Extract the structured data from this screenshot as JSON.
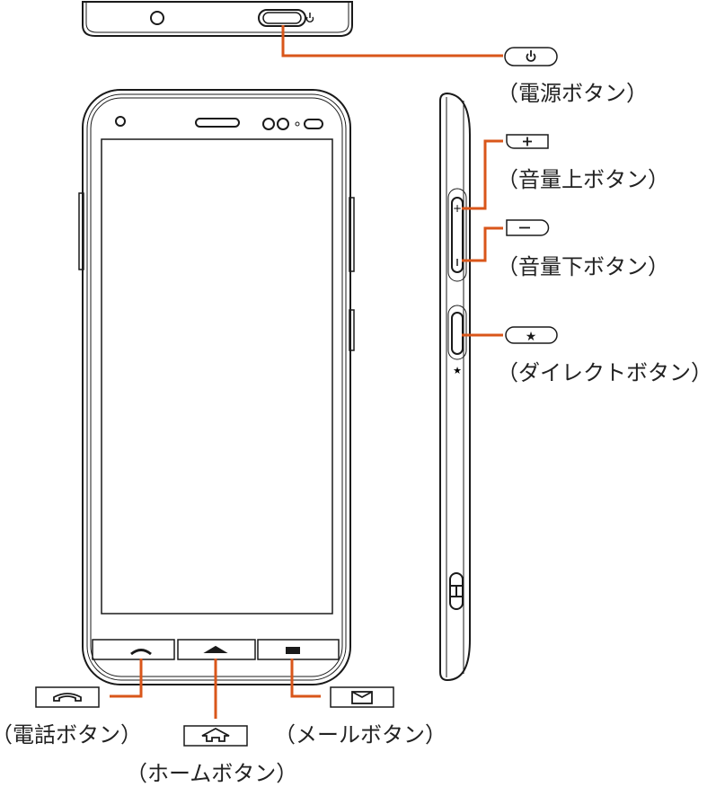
{
  "colors": {
    "leader": "#d9561a",
    "outline": "#1a1a1a"
  },
  "labels": {
    "power": "（電源ボタン）",
    "volume_up": "（音量上ボタン）",
    "volume_down": "（音量下ボタン）",
    "direct": "（ダイレクトボタン）",
    "phone": "（電話ボタン）",
    "home": "（ホームボタン）",
    "mail": "（メールボタン）"
  },
  "key_symbols": {
    "volume_up": "+",
    "volume_down": "−",
    "direct": "★",
    "side_plus": "+",
    "side_star": "★"
  },
  "icons": [
    "power-icon",
    "plus-icon",
    "minus-icon",
    "star-icon",
    "phone-icon",
    "home-icon",
    "mail-icon"
  ]
}
